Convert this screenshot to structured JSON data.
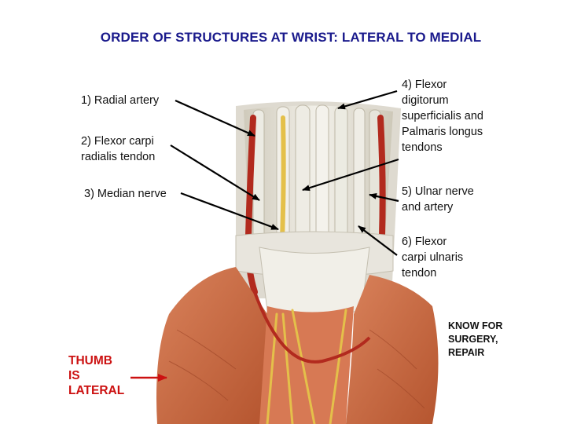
{
  "title": "ORDER OF STRUCTURES AT WRIST: LATERAL TO MEDIAL",
  "labels": {
    "radial_artery": "1) Radial artery",
    "fcr_line1": "2) Flexor carpi",
    "fcr_line2": "radialis tendon",
    "median_nerve": "3) Median nerve",
    "fds_line1": "4) Flexor",
    "fds_line2": "digitorum",
    "fds_line3": "superficialis and",
    "fds_line4": "Palmaris longus",
    "fds_line5": "tendons",
    "ulnar_line1": "5) Ulnar nerve",
    "ulnar_line2": "and artery",
    "fcu_line1": "6) Flexor",
    "fcu_line2": "carpi ulnaris",
    "fcu_line3": "tendon"
  },
  "note": {
    "line1": "KNOW FOR",
    "line2": "SURGERY,",
    "line3": "REPAIR"
  },
  "thumb": {
    "line1": "THUMB",
    "line2": "IS",
    "line3": "LATERAL"
  },
  "colors": {
    "title": "#1a1a8c",
    "thumb_text": "#cc1111",
    "thumb_arrow": "#cc1111",
    "tendon": "#e9e6dc",
    "muscle": "#c8653f",
    "artery": "#b22a1e",
    "nerve": "#e4c04a"
  }
}
